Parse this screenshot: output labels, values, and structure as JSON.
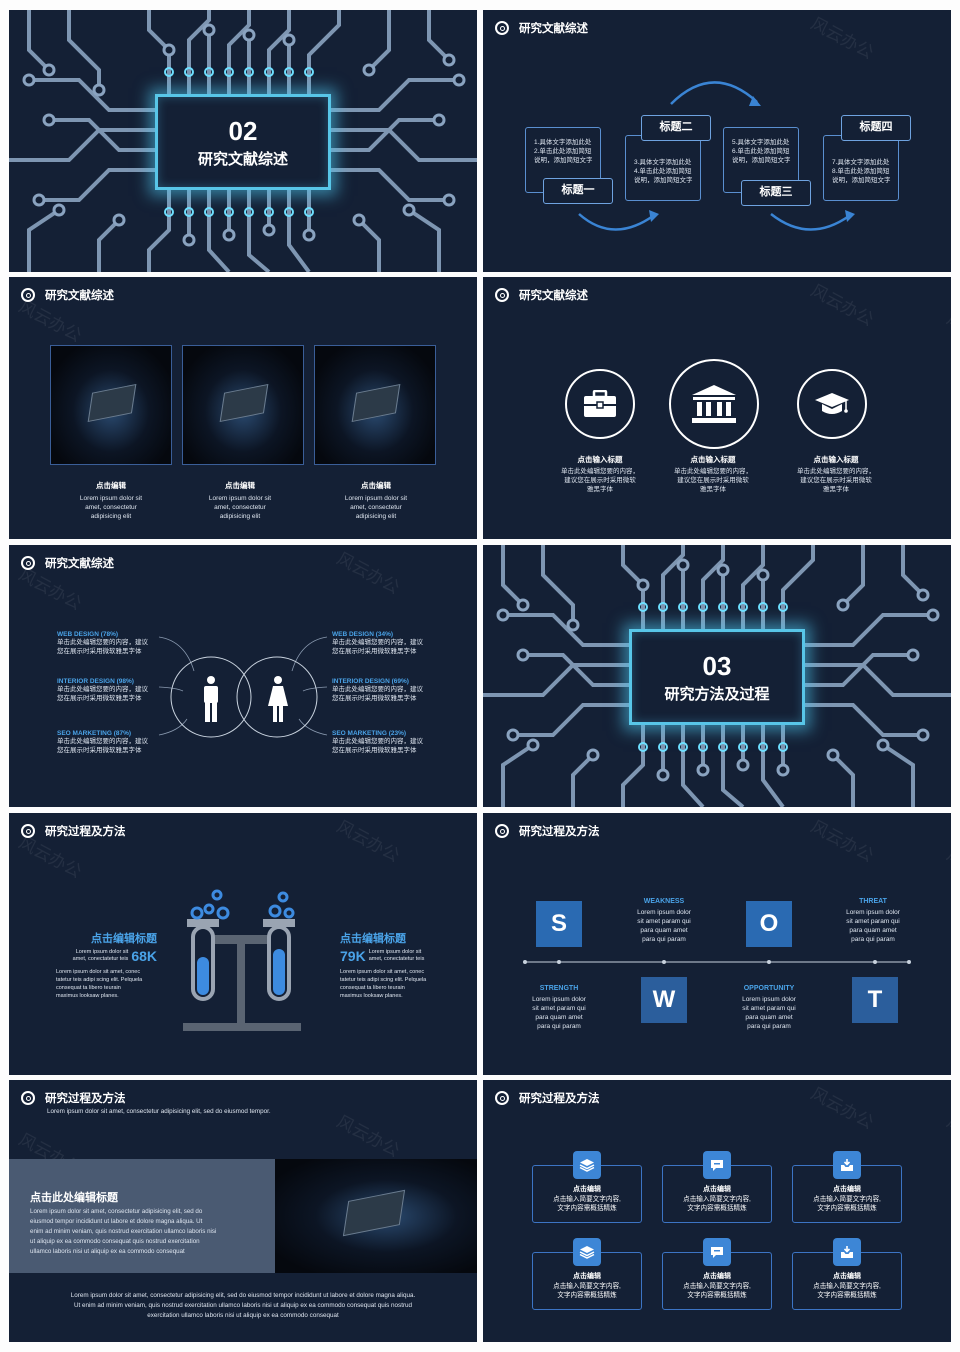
{
  "slide1": {
    "number": "02",
    "title": "研究文献综述"
  },
  "slide2": {
    "header": "研究文献综述",
    "items": [
      {
        "label": "标题一",
        "lines": [
          "1.具体文字添加此处",
          "2.单击此处添加简短",
          "说明，添加简短文字"
        ]
      },
      {
        "label": "标题二",
        "lines": [
          "3.具体文字添加此处",
          "4.单击此处添加简短",
          "说明，添加简短文字"
        ]
      },
      {
        "label": "标题三",
        "lines": [
          "5.具体文字添加此处",
          "6.单击此处添加简短",
          "说明，添加简短文字"
        ]
      },
      {
        "label": "标题四",
        "lines": [
          "7.具体文字添加此处",
          "8.单击此处添加简短",
          "说明，添加简短文字"
        ]
      }
    ]
  },
  "slide3": {
    "header": "研究文献综述",
    "cards": [
      {
        "title": "点击编辑",
        "lines": [
          "Lorem ipsum dolor sit",
          "amet, consectetur",
          "adipisicing elit"
        ]
      },
      {
        "title": "点击编辑",
        "lines": [
          "Lorem ipsum dolor sit",
          "amet, consectetur",
          "adipisicing elit"
        ]
      },
      {
        "title": "点击编辑",
        "lines": [
          "Lorem ipsum dolor sit",
          "amet, consectetur",
          "adipisicing elit"
        ]
      }
    ]
  },
  "slide4": {
    "header": "研究文献综述",
    "items": [
      {
        "icon": "briefcase-icon",
        "title": "点击输入标题",
        "lines": [
          "单击此处编辑您要的内容，",
          "建议您在展示时采用微软",
          "雅黑字体"
        ]
      },
      {
        "icon": "bank-icon",
        "title": "点击输入标题",
        "lines": [
          "单击此处编辑您要的内容，",
          "建议您在展示时采用微软",
          "雅黑字体"
        ]
      },
      {
        "icon": "graduation-cap-icon",
        "title": "点击输入标题",
        "lines": [
          "单击此处编辑您要的内容，",
          "建议您在展示时采用微软",
          "雅黑字体"
        ]
      }
    ]
  },
  "slide5": {
    "header": "研究文献综述",
    "left": [
      {
        "title": "WEB DESIGN (78%)",
        "lines": [
          "单击此处编辑您要的内容，建议",
          "您在展示时采用微软雅黑字体"
        ]
      },
      {
        "title": "INTERIOR DESIGN (98%)",
        "lines": [
          "单击此处编辑您要的内容，建议",
          "您在展示时采用微软雅黑字体"
        ]
      },
      {
        "title": "SEO MARKETING (87%)",
        "lines": [
          "单击此处编辑您要的内容，建议",
          "您在展示时采用微软雅黑字体"
        ]
      }
    ],
    "right": [
      {
        "title": "WEB DESIGN (34%)",
        "lines": [
          "单击此处编辑您要的内容，建议",
          "您在展示时采用微软雅黑字体"
        ]
      },
      {
        "title": "INTERIOR DESIGN (69%)",
        "lines": [
          "单击此处编辑您要的内容，建议",
          "您在展示时采用微软雅黑字体"
        ]
      },
      {
        "title": "SEO MARKETING (23%)",
        "lines": [
          "单击此处编辑您要的内容，建议",
          "您在展示时采用微软雅黑字体"
        ]
      }
    ]
  },
  "slide6": {
    "number": "03",
    "title": "研究方法及过程"
  },
  "slide7": {
    "header": "研究过程及方法",
    "left": {
      "title": "点击编辑标题",
      "small": [
        "Lorem ipsum dolor sit",
        "amet, conectatetur teis"
      ],
      "stat": "68K",
      "body": [
        "Lorem ipsum dolor sit amet, conec",
        "tatetur teis adipi scing elit. Pelquela",
        "consequat ta libero teurain",
        "maximus looksaw planes."
      ]
    },
    "right": {
      "title": "点击编辑标题",
      "small": [
        "Lorem ipsum dolor sit",
        "amet, conectatetur teis"
      ],
      "stat": "79K",
      "body": [
        "Lorem ipsum dolor sit amet, conec",
        "tatetur teis adipi scing elit. Pelquela",
        "consequat ta libero teurain",
        "maximus looksaw planes."
      ]
    }
  },
  "slide8": {
    "header": "研究过程及方法",
    "letters": [
      "S",
      "W",
      "O",
      "T"
    ],
    "texts": [
      {
        "title": "WEAKNESS",
        "lines": [
          "Lorem ipsum dolor",
          "sit amet param qui",
          "para quam amet",
          "para qui param"
        ]
      },
      {
        "title": "THREAT",
        "lines": [
          "Lorem ipsum dolor",
          "sit amet param qui",
          "para quam amet",
          "para qui param"
        ]
      },
      {
        "title": "STRENGTH",
        "lines": [
          "Lorem ipsum dolor",
          "sit amet param qui",
          "para quam amet",
          "para qui param"
        ]
      },
      {
        "title": "OPPORTUNITY",
        "lines": [
          "Lorem ipsum dolor",
          "sit amet param qui",
          "para quam amet",
          "para qui param"
        ]
      }
    ]
  },
  "slide9": {
    "header": "研究过程及方法",
    "subtitle": "Lorem ipsum dolor sit amet, consectetur adipisicing elit, sed do eiusmod tempor.",
    "panel_title": "点击此处编辑标题",
    "panel_lines": [
      "Lorem ipsum dolor sit amet, consectetur adipisicing elit, sed do",
      "eiusmod tempor incididunt ut labore et dolore magna aliqua. Ut",
      "enim ad minim veniam, quis nostrud exercitation ullamco laboris nisi",
      "ut aliquip ex ea commodo consequat quis nostrud exercitation",
      "ullamco laboris nisi ut aliquip ex ea commodo consequat"
    ],
    "footer_lines": [
      "Lorem ipsum dolor sit amet, consectetur adipisicing elit, sed do eiusmod tempor incididunt ut labore et dolore magna aliqua.",
      "Ut enim ad minim veniam, quis nostrud exercitation ullamco laboris nisi ut aliquip ex ea commodo consequat quis nostrud",
      "exercitation ullamco laboris nisi ut aliquip ex ea commodo consequat"
    ]
  },
  "slide10": {
    "header": "研究过程及方法",
    "items": [
      {
        "icon": "layers-icon",
        "title": "点击编辑",
        "lines": [
          "点击输入简要文字内容,",
          "文字内容需概括精炼"
        ]
      },
      {
        "icon": "chat-icon",
        "title": "点击编辑",
        "lines": [
          "点击输入简要文字内容,",
          "文字内容需概括精炼"
        ]
      },
      {
        "icon": "inbox-icon",
        "title": "点击编辑",
        "lines": [
          "点击输入简要文字内容,",
          "文字内容需概括精炼"
        ]
      },
      {
        "icon": "layers-icon",
        "title": "点击编辑",
        "lines": [
          "点击输入简要文字内容,",
          "文字内容需概括精炼"
        ]
      },
      {
        "icon": "chat-icon",
        "title": "点击编辑",
        "lines": [
          "点击输入简要文字内容,",
          "文字内容需概括精炼"
        ]
      },
      {
        "icon": "inbox-icon",
        "title": "点击编辑",
        "lines": [
          "点击输入简要文字内容,",
          "文字内容需概括精炼"
        ]
      }
    ]
  },
  "colors": {
    "background": "#142035",
    "accent": "#2a6ab2",
    "highlight": "#4aa3e8",
    "glow": "#58c6e8"
  }
}
